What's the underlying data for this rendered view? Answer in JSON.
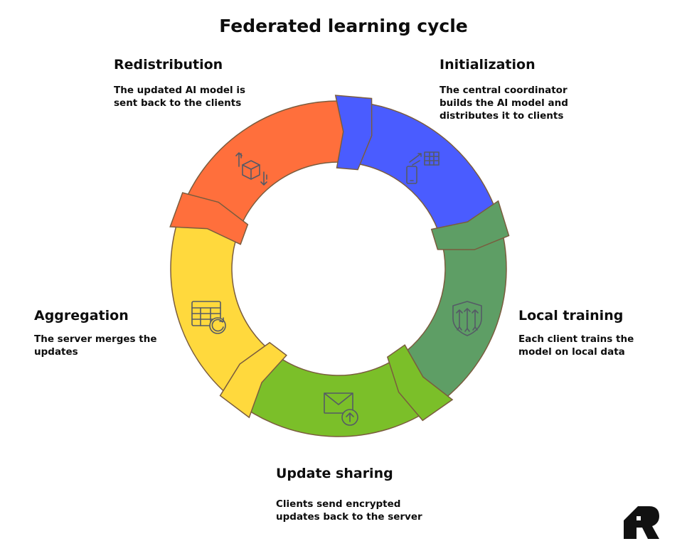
{
  "title": "Federated learning cycle",
  "steps": [
    {
      "key": "initialization",
      "title": "Initialization",
      "description": "The central coordinator builds the AI model and distributes it to clients",
      "color": "#4a5cff",
      "icon": "devices-sync-icon"
    },
    {
      "key": "local-training",
      "title": "Local training",
      "description": "Each client trains the model on local data",
      "color": "#5e9e65",
      "icon": "shield-arrows-icon"
    },
    {
      "key": "update-sharing",
      "title": "Update sharing",
      "description": "Clients send encrypted updates back to the server",
      "color": "#7bbf29",
      "icon": "envelope-upload-icon"
    },
    {
      "key": "aggregation",
      "title": "Aggregation",
      "description": "The server merges the updates",
      "color": "#ffd93d",
      "icon": "table-refresh-icon"
    },
    {
      "key": "redistribution",
      "title": "Redistribution",
      "description": "The  updated AI model is sent back to the clients",
      "color": "#ff6f3c",
      "icon": "box-arrows-icon"
    }
  ],
  "colors": {
    "outline": "#7a5c3e",
    "text": "#0d0d0d",
    "icon": "#555a66"
  }
}
